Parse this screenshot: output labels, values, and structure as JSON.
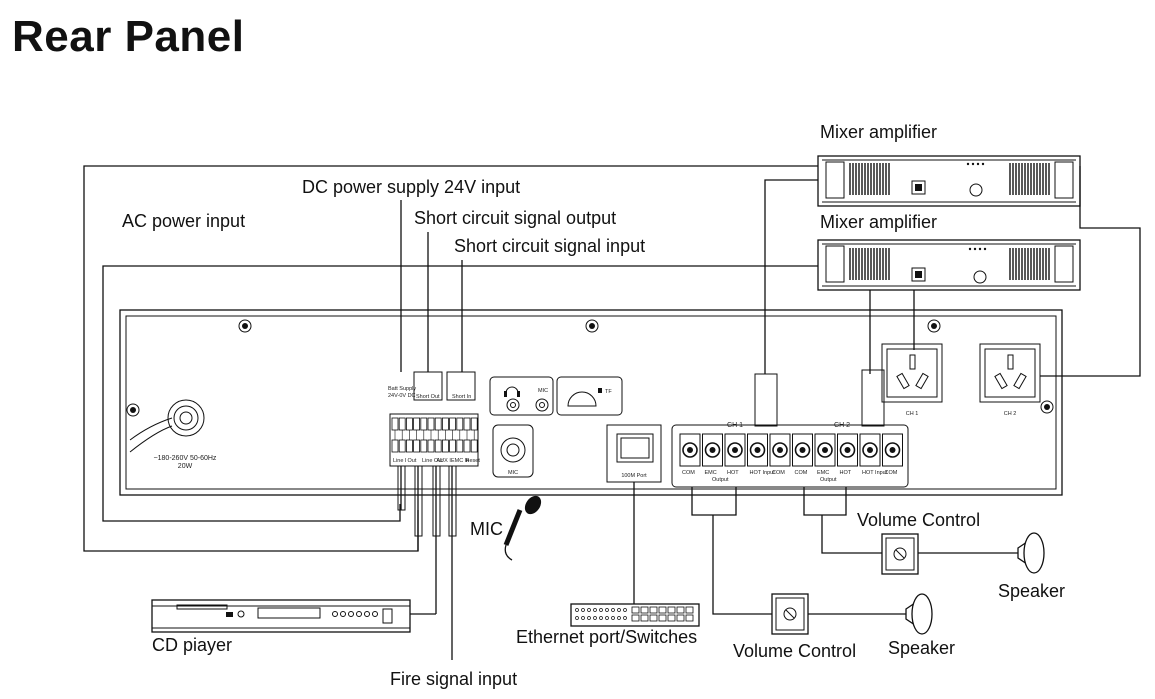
{
  "page": {
    "title": "Rear Panel"
  },
  "labels": {
    "dc_power": "DC power supply 24V input",
    "short_out": "Short circuit signal output",
    "short_in": "Short circuit signal input",
    "ac_power": "AC power input",
    "mixer_1": "Mixer amplifier",
    "mixer_2": "Mixer amplifier",
    "mic": "MIC",
    "volume_1": "Volume Control",
    "volume_2": "Volume Control",
    "speaker_1": "Speaker",
    "speaker_2": "Speaker",
    "cd_player": "CD piayer",
    "ethernet": "Ethernet port/Switches",
    "fire": "Fire signal input"
  },
  "panel_text": {
    "ac_rating": "~180-260V 50-60Hz",
    "ac_watts": "20W",
    "batt": "Batt Supply",
    "batt2": "24V-0V DC",
    "short_out": "Short Out",
    "short_in": "Short In",
    "term_labels": [
      "Line I",
      "Out",
      "Line Out",
      "AUX I",
      "EMC In",
      "Reset"
    ],
    "mic_small": "MIC",
    "tf": "TF",
    "lan_port": "100M Port",
    "ch1": "CH 1",
    "ch2": "CH 2",
    "out_com": "COM",
    "out_emc": "EMC",
    "out_hot": "HOT",
    "out_output": "Output",
    "out_hot_input": "HOT Input",
    "outlet_ch1": "CH 1",
    "outlet_ch2": "CH 2"
  }
}
